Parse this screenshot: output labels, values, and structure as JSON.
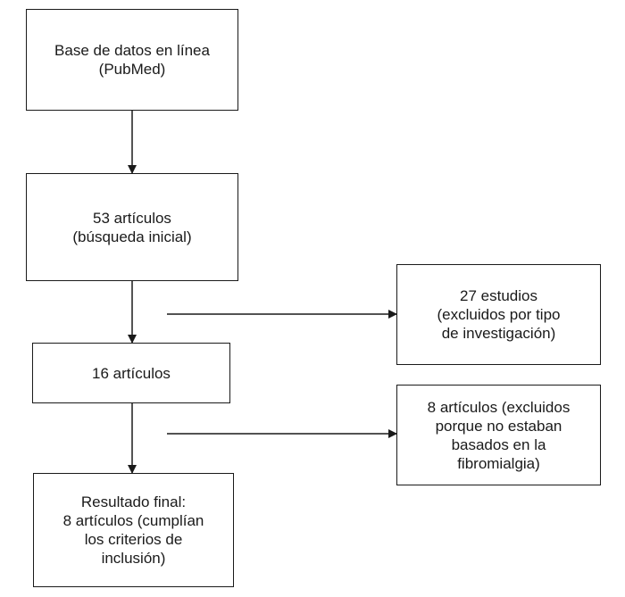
{
  "flow": {
    "source": {
      "lines": [
        "Base de datos en línea",
        "(PubMed)"
      ]
    },
    "initial": {
      "lines": [
        "53 artículos",
        "(búsqueda inicial)"
      ]
    },
    "step2": {
      "lines": [
        "16 artículos"
      ]
    },
    "final": {
      "lines": [
        "Resultado final:",
        "8 artículos (cumplían",
        "los criterios de",
        "inclusión)"
      ]
    },
    "excluded1": {
      "lines": [
        "27 estudios",
        "(excluidos por tipo",
        "de investigación)"
      ]
    },
    "excluded2": {
      "lines": [
        "8 artículos (excluidos",
        "porque no estaban",
        "basados en la",
        "fibromialgia)"
      ]
    }
  }
}
